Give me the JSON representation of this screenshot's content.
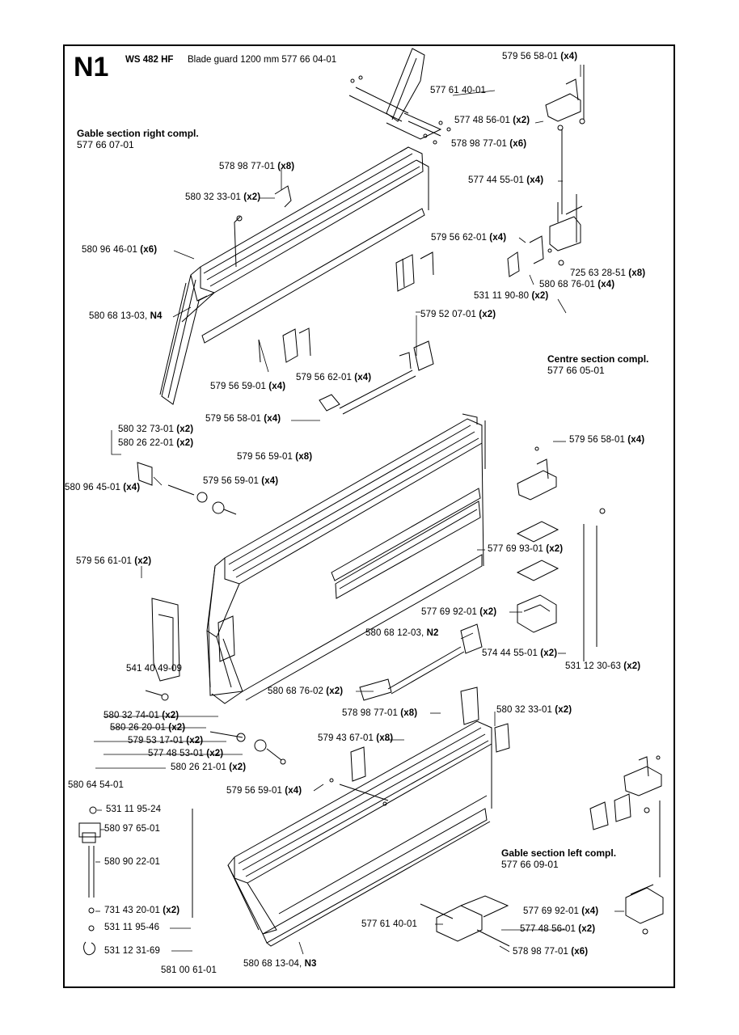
{
  "header": {
    "code": "N1",
    "model": "WS 482 HF",
    "title": "Blade guard 1200 mm 577 66 04-01"
  },
  "sections": {
    "gable_right": {
      "title": "Gable section right compl.",
      "part": "577 66 07-01"
    },
    "centre": {
      "title": "Centre section compl.",
      "part": "577 66 05-01"
    },
    "gable_left": {
      "title": "Gable section left compl.",
      "part": "577 66 09-01"
    }
  },
  "callouts": [
    {
      "part": "579 56 58-01",
      "qty": "(x4)"
    },
    {
      "part": "577 61 40-01",
      "qty": ""
    },
    {
      "part": "577 48 56-01",
      "qty": "(x2)"
    },
    {
      "part": "578 98 77-01",
      "qty": "(x6)"
    },
    {
      "part": "578 98 77-01",
      "qty": "(x8)"
    },
    {
      "part": "577 44 55-01",
      "qty": "(x4)"
    },
    {
      "part": "580 32 33-01",
      "qty": "(x2)"
    },
    {
      "part": "579 56 62-01",
      "qty": "(x4)"
    },
    {
      "part": "580 96 46-01",
      "qty": "(x6)"
    },
    {
      "part": "725 63 28-51",
      "qty": "(x8)"
    },
    {
      "part": "580 68 76-01",
      "qty": "(x4)"
    },
    {
      "part": "531 11 90-80",
      "qty": "(x2)"
    },
    {
      "part": "580 68 13-03,",
      "qty": "N4"
    },
    {
      "part": "579 52 07-01",
      "qty": "(x2)"
    },
    {
      "part": "579 56 62-01",
      "qty": "(x4)"
    },
    {
      "part": "579 56 59-01",
      "qty": "(x4)"
    },
    {
      "part": "579 56 58-01",
      "qty": "(x4)"
    },
    {
      "part": "580 32 73-01",
      "qty": "(x2)"
    },
    {
      "part": "580 26 22-01",
      "qty": "(x2)"
    },
    {
      "part": "579 56 59-01",
      "qty": "(x8)"
    },
    {
      "part": "579 56 58-01",
      "qty": "(x4)"
    },
    {
      "part": "579 56 59-01",
      "qty": "(x4)"
    },
    {
      "part": "580 96 45-01",
      "qty": "(x4)"
    },
    {
      "part": "577 69 93-01",
      "qty": "(x2)"
    },
    {
      "part": "579 56 61-01",
      "qty": "(x2)"
    },
    {
      "part": "577 69 92-01",
      "qty": "(x2)"
    },
    {
      "part": "580 68 12-03,",
      "qty": "N2"
    },
    {
      "part": "574 44 55-01",
      "qty": "(x2)"
    },
    {
      "part": "541 40 49-09",
      "qty": ""
    },
    {
      "part": "531 12 30-63",
      "qty": "(x2)"
    },
    {
      "part": "580 68 76-02",
      "qty": "(x2)"
    },
    {
      "part": "580 32 74-01",
      "qty": "(x2)"
    },
    {
      "part": "578 98 77-01",
      "qty": "(x8)"
    },
    {
      "part": "580 32 33-01",
      "qty": "(x2)"
    },
    {
      "part": "580 26 20-01",
      "qty": "(x2)"
    },
    {
      "part": "579 53 17-01",
      "qty": "(x2)"
    },
    {
      "part": "579 43 67-01",
      "qty": "(x8)"
    },
    {
      "part": "577 48 53-01",
      "qty": "(x2)"
    },
    {
      "part": "580 26 21-01",
      "qty": "(x2)"
    },
    {
      "part": "580 64 54-01",
      "qty": ""
    },
    {
      "part": "579 56 59-01",
      "qty": "(x4)"
    },
    {
      "part": "531 11 95-24",
      "qty": ""
    },
    {
      "part": "580 97 65-01",
      "qty": ""
    },
    {
      "part": "580 90 22-01",
      "qty": ""
    },
    {
      "part": "731 43 20-01",
      "qty": "(x2)"
    },
    {
      "part": "577 69 92-01",
      "qty": "(x4)"
    },
    {
      "part": "531 11 95-46",
      "qty": ""
    },
    {
      "part": "577 61 40-01",
      "qty": ""
    },
    {
      "part": "577 48 56-01",
      "qty": "(x2)"
    },
    {
      "part": "531 12 31-69",
      "qty": ""
    },
    {
      "part": "578 98 77-01",
      "qty": "(x6)"
    },
    {
      "part": "580 68 13-04,",
      "qty": "N3"
    },
    {
      "part": "581 00 61-01",
      "qty": ""
    }
  ]
}
